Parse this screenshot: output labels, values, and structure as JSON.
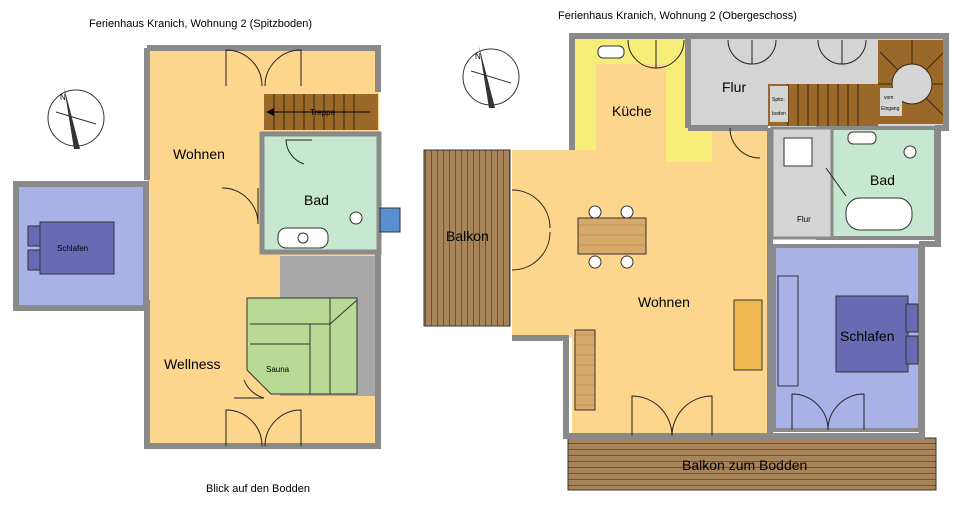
{
  "plan_left": {
    "title": "Ferienhaus Kranich, Wohnung 2 (Spitzboden)",
    "rooms": {
      "wohnen": "Wohnen",
      "bad": "Bad",
      "schlafen": "Schlafen",
      "wellness": "Wellness",
      "sauna": "Sauna",
      "treppe": "Treppe"
    },
    "caption": "Blick auf den Bodden"
  },
  "plan_right": {
    "title": "Ferienhaus Kranich, Wohnung 2 (Obergeschoss)",
    "rooms": {
      "kueche": "Küche",
      "flur_top": "Flur",
      "spitzboden_line1": "Spitz-",
      "spitzboden_line2": "boden",
      "vom_eingang_line1": "vom",
      "vom_eingang_line2": "Eingang",
      "bad": "Bad",
      "flur_small": "Flur",
      "balkon": "Balkon",
      "wohnen": "Wohnen",
      "schlafen": "Schlafen",
      "balkon_bodden": "Balkon zum Bodden"
    }
  },
  "compass": {
    "north_label": "N"
  },
  "colors": {
    "wohnen": "#fcd68c",
    "bad": "#c7e8d0",
    "schlafen": "#a8b2e6",
    "bed": "#6a6ab4",
    "treppe": "#9a6828",
    "balkon": "#a8845a",
    "flur": "#d4d4d4",
    "kueche": "#f6ee78",
    "sauna": "#b8da94",
    "grey_room": "#a8a8a8",
    "wall": "#8a8a8a"
  }
}
